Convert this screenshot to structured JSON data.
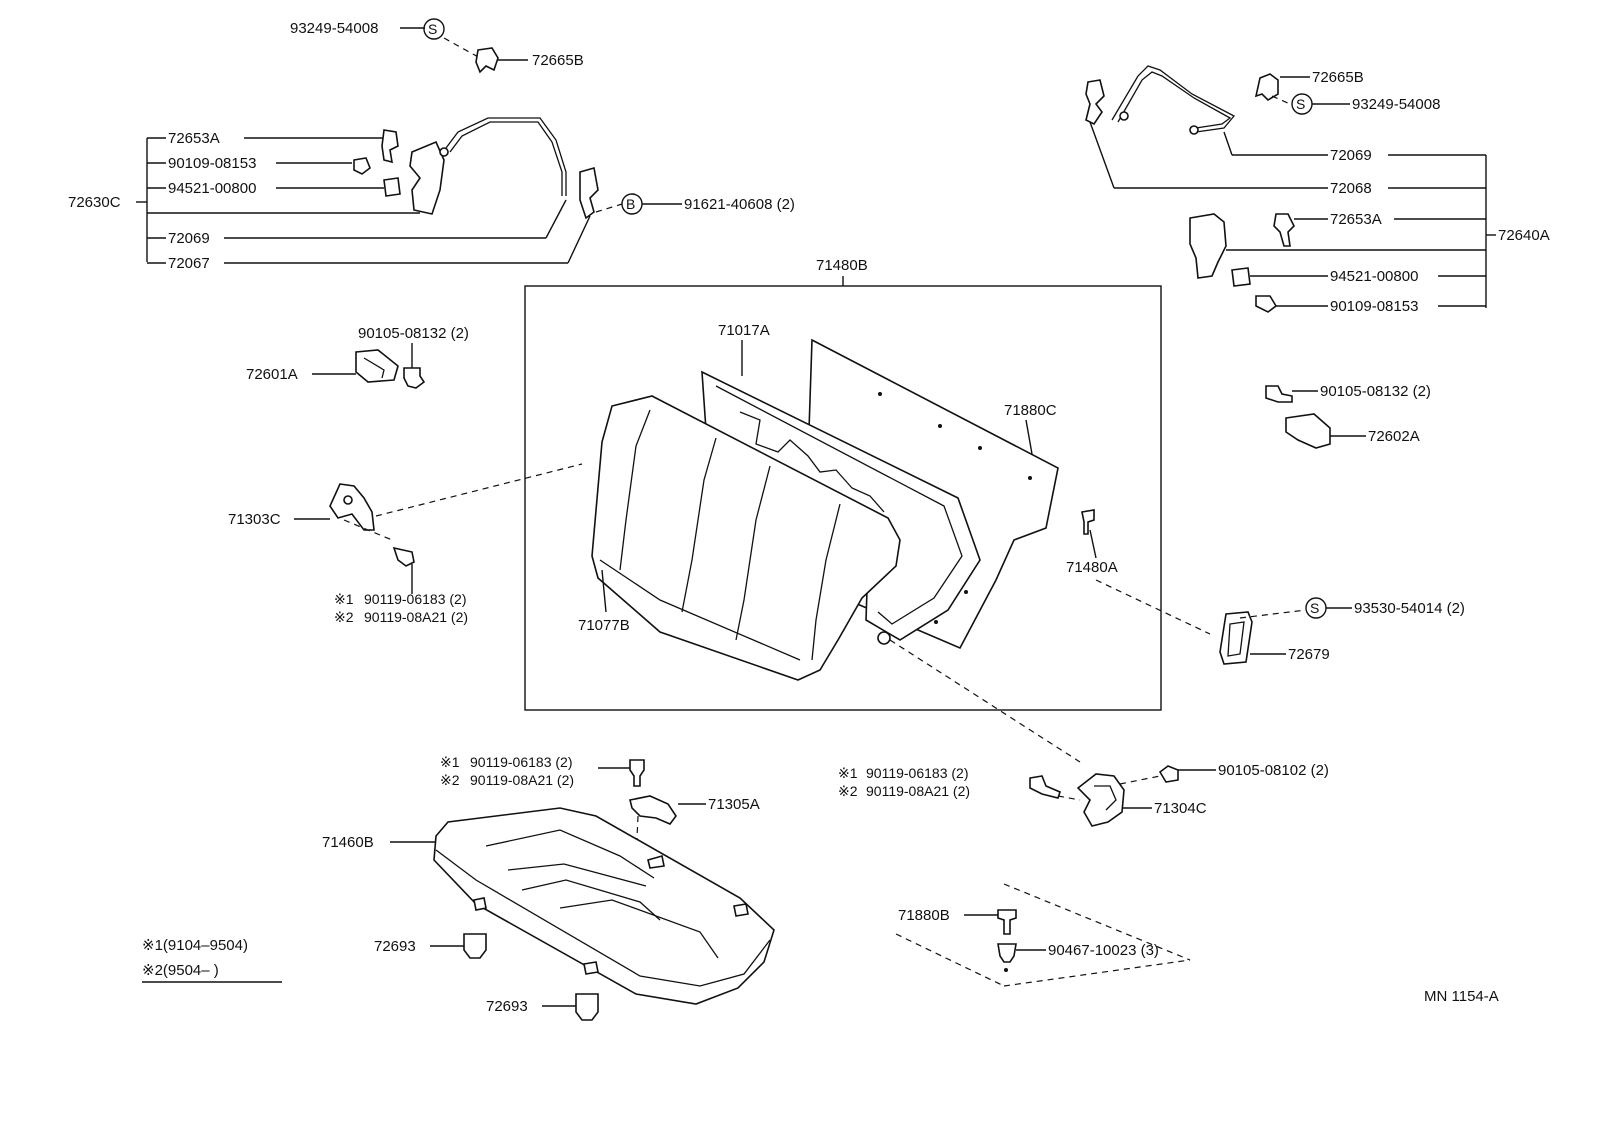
{
  "labels": {
    "p93249_54008_l": "93249-54008",
    "p72665B_l": "72665B",
    "p72653A_l": "72653A",
    "p90109_08153_l": "90109-08153",
    "p94521_00800_l": "94521-00800",
    "p72630C": "72630C",
    "p72069_l": "72069",
    "p72067": "72067",
    "p91621_40608": "91621-40608 (2)",
    "p71480B": "71480B",
    "p90105_08132_l": "90105-08132 (2)",
    "p72601A": "72601A",
    "p71017A": "71017A",
    "p71880C": "71880C",
    "p71480A": "71480A",
    "p71303C": "71303C",
    "p90119_06183_l1": "90119-06183 (2)",
    "p90119_08A21_l1": "90119-08A21 (2)",
    "p71077B": "71077B",
    "p72665B_r": "72665B",
    "p93249_54008_r": "93249-54008",
    "p72069_r": "72069",
    "p72068": "72068",
    "p72653A_r": "72653A",
    "p72640A": "72640A",
    "p94521_00800_r": "94521-00800",
    "p90109_08153_r": "90109-08153",
    "p90105_08132_r": "90105-08132 (2)",
    "p72602A": "72602A",
    "p93530_54014": "93530-54014 (2)",
    "p72679": "72679",
    "p90119_06183_l2": "90119-06183 (2)",
    "p90119_08A21_l2": "90119-08A21 (2)",
    "p71305A": "71305A",
    "p71460B": "71460B",
    "p90119_06183_r2": "90119-06183 (2)",
    "p90119_08A21_r2": "90119-08A21 (2)",
    "p90105_08102": "90105-08102 (2)",
    "p71304C": "71304C",
    "p71880B": "71880B",
    "p90467_10023": "90467-10023 (3)",
    "p72693_a": "72693",
    "p72693_b": "72693",
    "legend1": "※1(9104–9504)",
    "legend2": "※2(9504–        )",
    "mark1": "※1",
    "mark2": "※2",
    "diagram_code": "MN 1154-A"
  },
  "markers": {
    "s": "S",
    "b": "B"
  }
}
